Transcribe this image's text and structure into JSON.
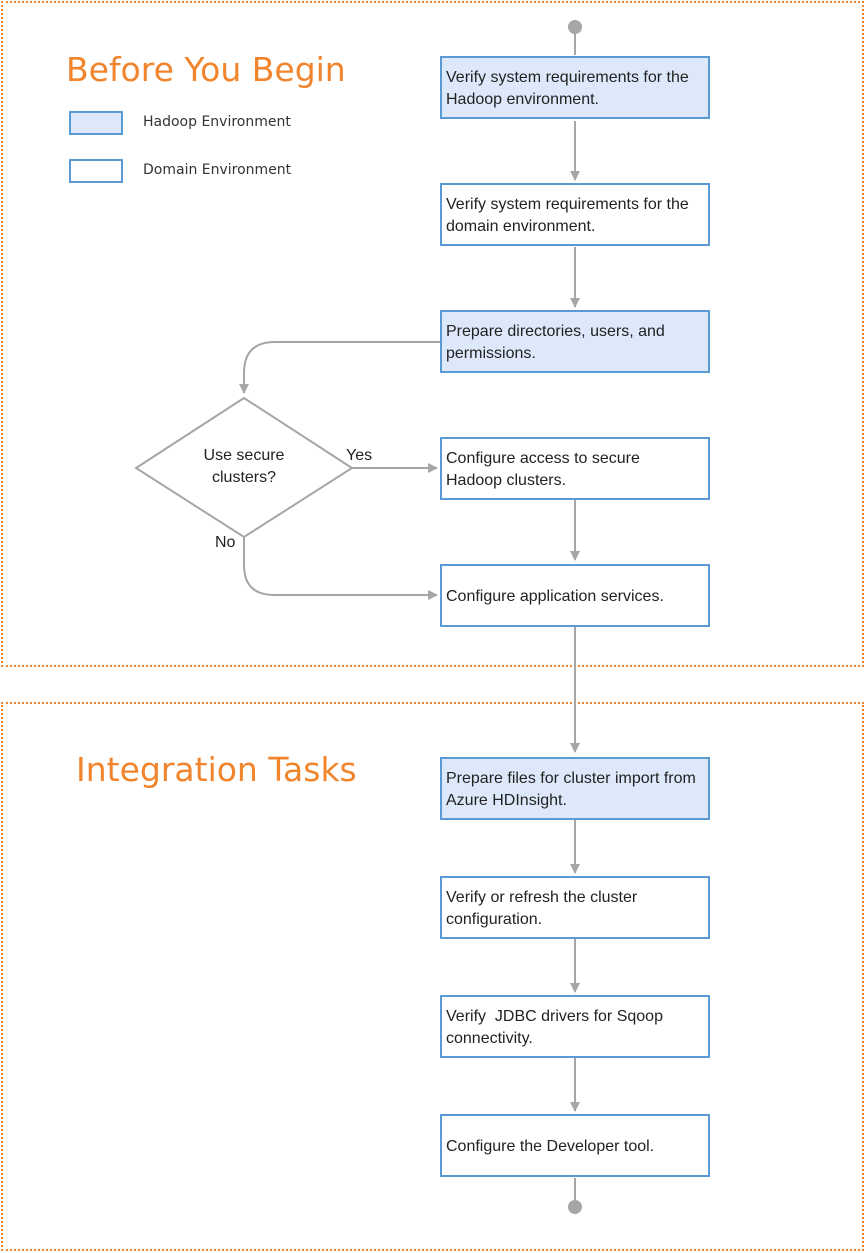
{
  "sections": {
    "before": {
      "title": "Before You Begin"
    },
    "integration": {
      "title": "Integration Tasks"
    }
  },
  "legend": {
    "hadoop": {
      "label": "Hadoop Environment",
      "color": "#dde9fb"
    },
    "domain": {
      "label": "Domain Environment",
      "color": "#ffffff"
    }
  },
  "steps": [
    {
      "id": "s1",
      "text": "Verify system requirements for the Hadoop environment.",
      "env": "hadoop"
    },
    {
      "id": "s2",
      "text": "Verify system requirements for the domain environment.",
      "env": "domain"
    },
    {
      "id": "s3",
      "text": "Prepare directories, users, and permissions.",
      "env": "hadoop"
    },
    {
      "id": "s4",
      "text": "Configure access to secure Hadoop clusters.",
      "env": "domain"
    },
    {
      "id": "s5",
      "text": "Configure application services.",
      "env": "domain"
    },
    {
      "id": "s6",
      "text": "Prepare files for cluster import from Azure HDInsight.",
      "env": "hadoop"
    },
    {
      "id": "s7",
      "text": "Verify or refresh the cluster configuration.",
      "env": "domain"
    },
    {
      "id": "s8",
      "text": "Verify  JDBC drivers for Sqoop connectivity.",
      "env": "domain"
    },
    {
      "id": "s9",
      "text": "Configure the Developer tool.",
      "env": "domain"
    }
  ],
  "decision": {
    "question": "Use secure clusters?",
    "yes_label": "Yes",
    "no_label": "No"
  },
  "colors": {
    "accent_orange": "#f0852d",
    "box_border": "#5b9bd5",
    "hadoop_fill": "#dde9fb",
    "connector": "#a6a6a6"
  }
}
